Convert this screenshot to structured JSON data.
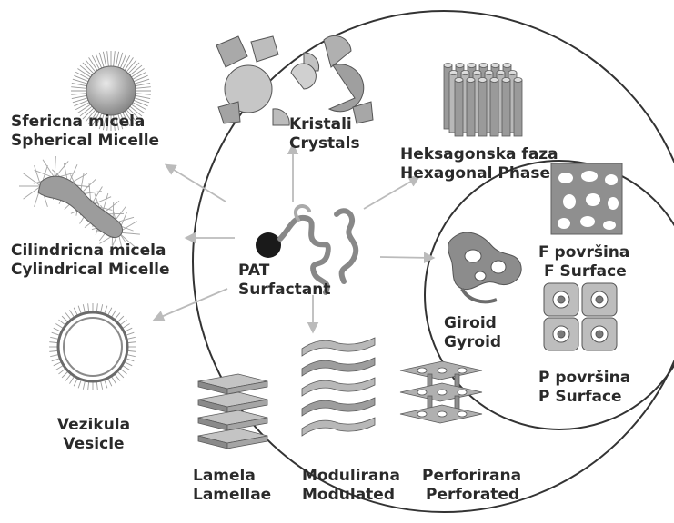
{
  "center": {
    "line1": "PAT",
    "line2": "Surfactant"
  },
  "structures": {
    "spherical_micelle": {
      "line1": "Sfericna micela",
      "line2": "Spherical Micelle"
    },
    "cylindrical_micelle": {
      "line1": "Cilindricna micela",
      "line2": "Cylindrical Micelle"
    },
    "vesicle": {
      "line1": "Vezikula",
      "line2": "Vesicle"
    },
    "crystals": {
      "line1": "Kristali",
      "line2": "Crystals"
    },
    "hexagonal_phase": {
      "line1": "Heksagonska faza",
      "line2": "Hexagonal Phase"
    },
    "f_surface": {
      "line1": "F površina",
      "line2": "F Surface"
    },
    "gyroid": {
      "line1": "Giroid",
      "line2": "Gyroid"
    },
    "p_surface": {
      "line1": "P površina",
      "line2": "P Surface"
    },
    "lamellae": {
      "line1": "Lamela",
      "line2": "Lamellae"
    },
    "modulated": {
      "line1": "Modulirana",
      "line2": "Modulated"
    },
    "perforated": {
      "line1": "Perforirana",
      "line2": "Perforated"
    }
  },
  "colors": {
    "text": "#2a2a2a",
    "circle": "#333333",
    "arrow": "#bbbbbb",
    "shape": "#9a9a9a",
    "shape_light": "#c8c8c8",
    "shape_dark": "#6e6e6e"
  }
}
